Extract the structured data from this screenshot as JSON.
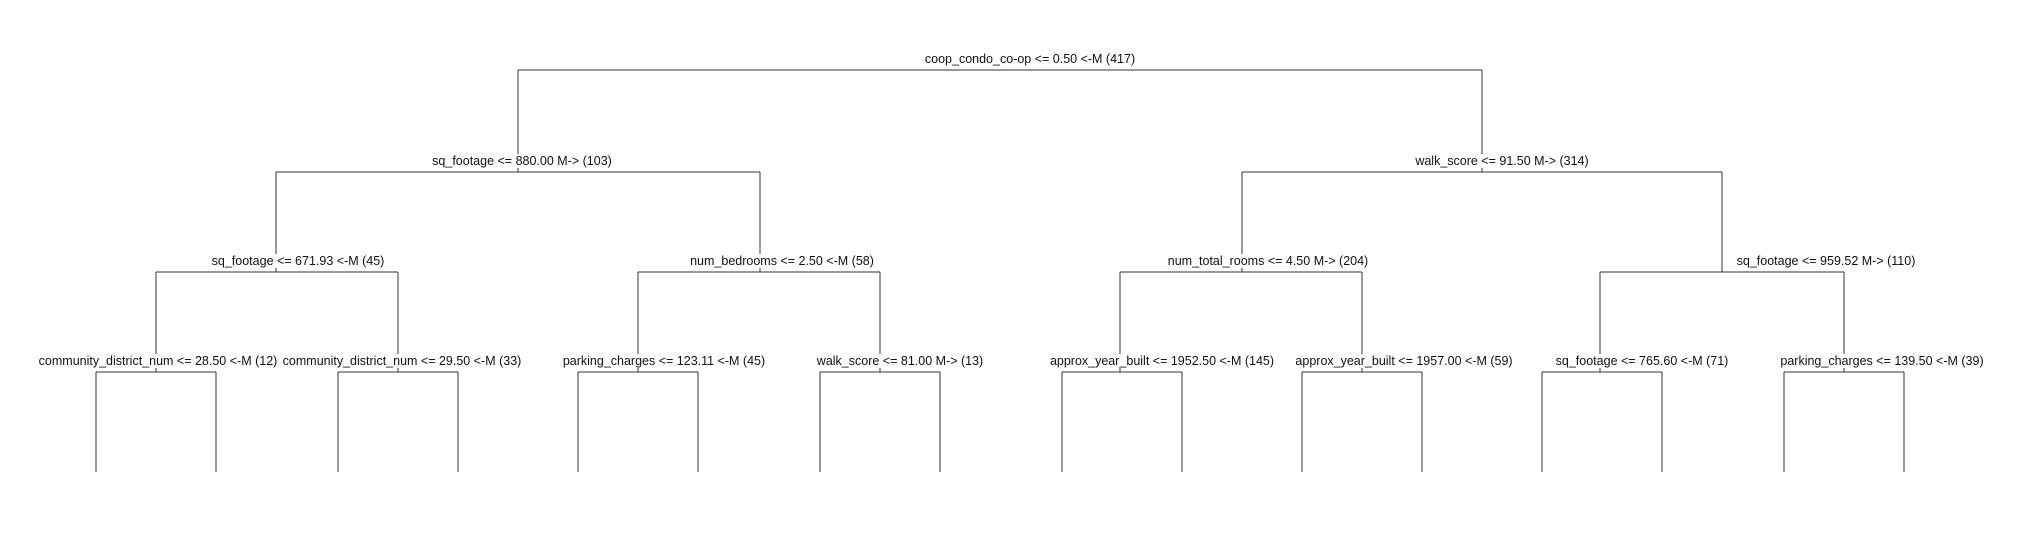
{
  "tree": {
    "root": {
      "label": "coop_condo_co-op <= 0.50 <-M (417)",
      "left": {
        "label": "sq_footage <= 880.00 M-> (103)",
        "left": {
          "label": "sq_footage <= 671.93 <-M (45)",
          "left": {
            "label": "community_district_num <= 28.50 <-M (12)"
          },
          "right": {
            "label": "community_district_num <= 29.50 <-M (33)"
          }
        },
        "right": {
          "label": "num_bedrooms <= 2.50 <-M (58)",
          "left": {
            "label": "parking_charges <= 123.11 <-M (45)"
          },
          "right": {
            "label": "walk_score <= 81.00 M-> (13)"
          }
        }
      },
      "right": {
        "label": "walk_score <= 91.50 M-> (314)",
        "left": {
          "label": "num_total_rooms <= 4.50 M-> (204)",
          "left": {
            "label": "approx_year_built <= 1952.50 <-M (145)"
          },
          "right": {
            "label": "approx_year_built <= 1957.00 <-M (59)"
          }
        },
        "right": {
          "label": "sq_footage <= 959.52 M-> (110)",
          "left": {
            "label": "sq_footage <= 765.60 <-M (71)"
          },
          "right": {
            "label": "parking_charges <= 139.50 <-M (39)"
          }
        }
      }
    }
  }
}
